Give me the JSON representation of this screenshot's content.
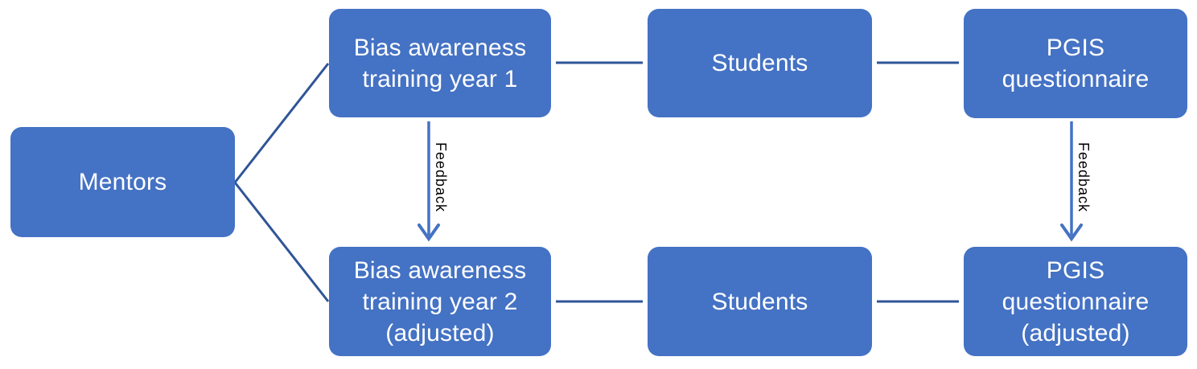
{
  "colors": {
    "background": "#ffffff",
    "box_fill": "#4472C4",
    "box_text": "#ffffff",
    "connector": "#2F5597",
    "feedback_arrow": "#4472C4",
    "feedback_text": "#000000"
  },
  "nodes": [
    {
      "id": "mentors",
      "label": "Mentors"
    },
    {
      "id": "training-year-1",
      "label": "Bias awareness\ntraining year 1"
    },
    {
      "id": "students-top",
      "label": "Students"
    },
    {
      "id": "pgis-questionnaire",
      "label": "PGIS\nquestionnaire"
    },
    {
      "id": "training-year-2",
      "label": "Bias awareness\ntraining year 2\n(adjusted)"
    },
    {
      "id": "students-bottom",
      "label": "Students"
    },
    {
      "id": "pgis-questionnaire-adjusted",
      "label": "PGIS\nquestionnaire\n(adjusted)"
    }
  ],
  "edges": [
    {
      "from": "mentors",
      "to": "training-year-1",
      "type": "line"
    },
    {
      "from": "mentors",
      "to": "training-year-2",
      "type": "line"
    },
    {
      "from": "training-year-1",
      "to": "students-top",
      "type": "line"
    },
    {
      "from": "students-top",
      "to": "pgis-questionnaire",
      "type": "line"
    },
    {
      "from": "training-year-2",
      "to": "students-bottom",
      "type": "line"
    },
    {
      "from": "students-bottom",
      "to": "pgis-questionnaire-adjusted",
      "type": "line"
    },
    {
      "from": "training-year-1",
      "to": "training-year-2",
      "type": "arrow-down",
      "label": "Feedback"
    },
    {
      "from": "pgis-questionnaire",
      "to": "pgis-questionnaire-adjusted",
      "type": "arrow-down",
      "label": "Feedback"
    }
  ],
  "feedback_arrows": [
    {
      "label": "Feedback"
    },
    {
      "label": "Feedback"
    }
  ]
}
